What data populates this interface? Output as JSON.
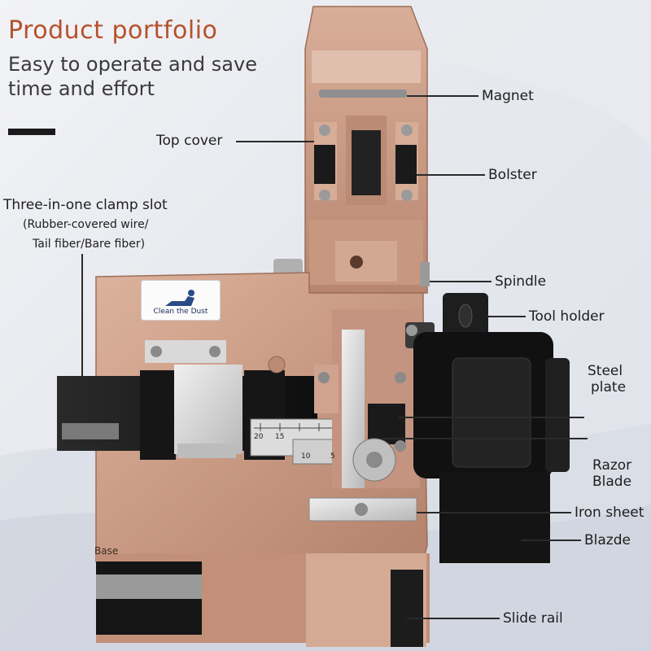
{
  "header": {
    "title": "Product portfolio",
    "subtitle": "Easy to operate and save time and effort"
  },
  "sticker": {
    "text": "Clean the Dust"
  },
  "base_stamp": "Base",
  "scale": {
    "n20": "20",
    "n15": "15",
    "n10": "10",
    "n5": "5"
  },
  "labels": {
    "magnet": "Magnet",
    "top_cover": "Top cover",
    "bolster": "Bolster",
    "clamp_slot_1": "Three-in-one clamp slot",
    "clamp_slot_2": "(Rubber-covered wire/",
    "clamp_slot_3": "Tail fiber/Bare fiber)",
    "spindle": "Spindle",
    "tool_holder": "Tool holder",
    "steel_plate_1": "Steel",
    "steel_plate_2": "plate",
    "razor_blade_1": "Razor",
    "razor_blade_2": "Blade",
    "iron_sheet": "Iron sheet",
    "blazde": "Blazde",
    "slide_rail": "Slide rail"
  },
  "colors": {
    "copper": "#c89a84",
    "copper_dark": "#a87864",
    "title_accent": "#b5512c",
    "black_part": "#1c1c1c"
  }
}
